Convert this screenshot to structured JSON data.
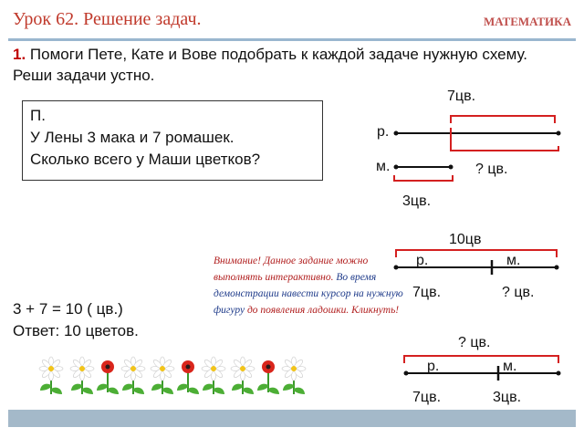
{
  "header": {
    "lesson_title": "Урок 62. Решение задач.",
    "subject": "МАТЕМАТИКА"
  },
  "task": {
    "number": "1.",
    "text": "Помоги Пете, Кате и Вове подобрать к каждой задаче нужную схему. Реши задачи устно."
  },
  "problem": {
    "line1": "П.",
    "line2": "У Лены 3 мака и 7 ромашек.",
    "line3": "Сколько всего у Маши цветков?"
  },
  "solution": {
    "equation": "3 + 7 = 10 ( цв.)",
    "answer": "Ответ: 10 цветов."
  },
  "note": {
    "part1": "Внимание! Данное задание можно выполнять интерактивно.",
    "part2": "Во время демонстрации навести курсор на нужную фигуру",
    "part3": "до появления ладошки. Кликнуть!"
  },
  "scheme1": {
    "total_label": "7цв.",
    "row1_label": "р.",
    "row2_label": "м.",
    "question_label": "? цв.",
    "part_label": "3цв."
  },
  "scheme2": {
    "total_label": "10цв",
    "left_label": "р.",
    "right_label": "м.",
    "left_value": "7цв.",
    "right_value": "? цв."
  },
  "scheme3": {
    "total_label": "? цв.",
    "left_label": "р.",
    "right_label": "м.",
    "left_value": "7цв.",
    "right_value": "3цв."
  },
  "colors": {
    "accent_red": "#c00000",
    "bracket_red": "#d42020",
    "note_blue": "#1f3b8a",
    "header_bar": "#9ab7cf",
    "footer_bar": "#a4b9c9"
  },
  "flowers": [
    "daisy-icon",
    "daisy-icon",
    "poppy-icon",
    "daisy-icon",
    "daisy-icon",
    "poppy-icon",
    "daisy-icon",
    "daisy-icon",
    "poppy-icon",
    "daisy-icon"
  ]
}
